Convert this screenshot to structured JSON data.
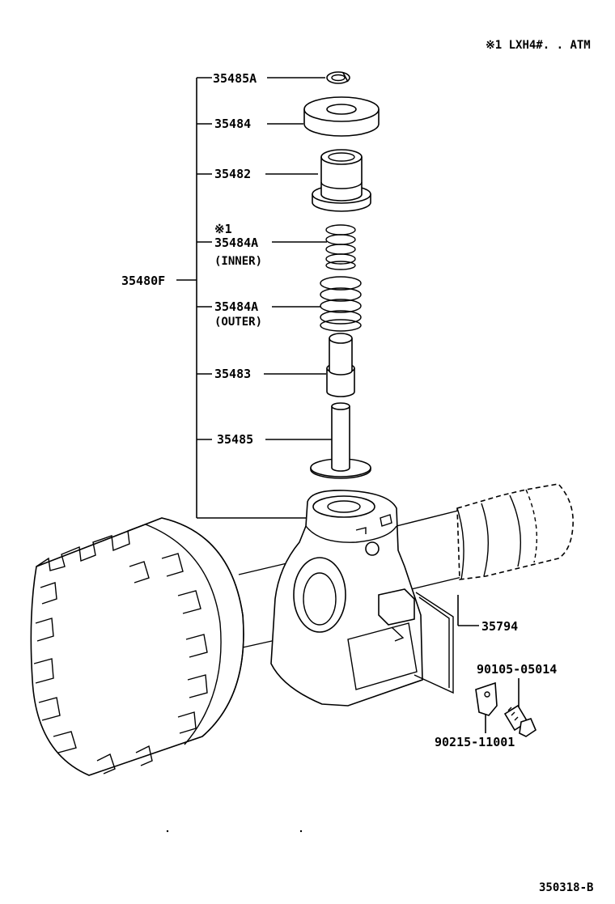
{
  "header_note": "※1 LXH4#. . ATM",
  "diagram_code": "350318-B",
  "group_label": "35480F",
  "callouts": {
    "c1": {
      "part": "35485A"
    },
    "c2": {
      "part": "35484"
    },
    "c3": {
      "part": "35482"
    },
    "c4": {
      "mark": "※1",
      "part": "35484A",
      "qualifier": "(INNER)"
    },
    "c5": {
      "part": "35484A",
      "qualifier": "(OUTER)"
    },
    "c6": {
      "part": "35483"
    },
    "c7": {
      "part": "35485"
    },
    "c8": {
      "part": "35794"
    },
    "c9": {
      "part": "90105-05014"
    },
    "c10": {
      "part": "90215-11001"
    }
  }
}
